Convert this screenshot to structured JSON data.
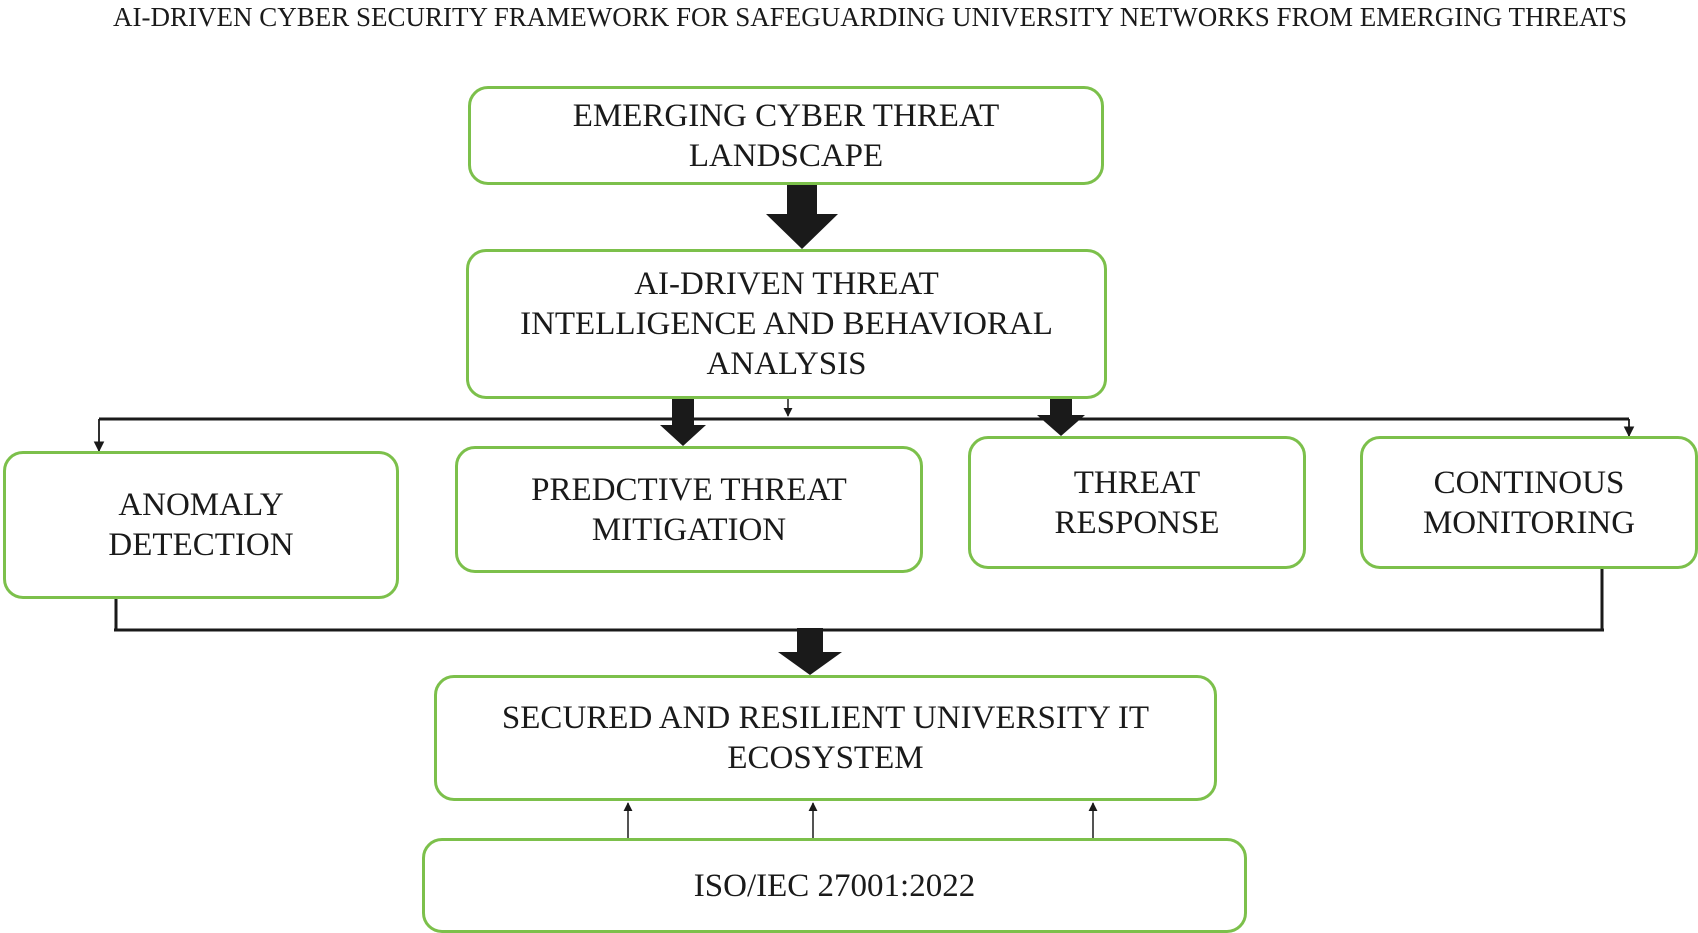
{
  "diagram": {
    "title": "AI-DRIVEN CYBER SECURITY FRAMEWORK FOR SAFEGUARDING UNIVERSITY NETWORKS FROM EMERGING THREATS",
    "nodes": {
      "emerging": {
        "label": "EMERGING CYBER THREAT LANDSCAPE"
      },
      "ai_analysis": {
        "label": "AI-DRIVEN THREAT INTELLIGENCE AND BEHAVIORAL ANALYSIS"
      },
      "anomaly": {
        "label": "ANOMALY DETECTION"
      },
      "predictive": {
        "label": "PREDCTIVE THREAT MITIGATION"
      },
      "response": {
        "label": "THREAT RESPONSE"
      },
      "monitoring": {
        "label": "CONTINOUS MONITORING"
      },
      "secured": {
        "label": "SECURED AND RESILIENT UNIVERSITY IT ECOSYSTEM"
      },
      "iso": {
        "label": "ISO/IEC 27001:2022"
      }
    },
    "edges": [
      {
        "from": "emerging",
        "to": "ai_analysis",
        "style": "block-arrow"
      },
      {
        "from": "ai_analysis",
        "to": "anomaly",
        "style": "thin-arrow"
      },
      {
        "from": "ai_analysis",
        "to": "predictive",
        "style": "block-arrow"
      },
      {
        "from": "ai_analysis",
        "to": "response",
        "style": "block-arrow"
      },
      {
        "from": "ai_analysis",
        "to": "monitoring",
        "style": "thin-arrow"
      },
      {
        "from": "anomaly",
        "to": "secured",
        "style": "merge-block-arrow"
      },
      {
        "from": "monitoring",
        "to": "secured",
        "style": "merge-block-arrow"
      },
      {
        "from": "iso",
        "to": "secured",
        "style": "thin-arrow",
        "count": 3
      }
    ],
    "colors": {
      "box_border": "#7cc04b",
      "connector": "#1a1a1a",
      "text": "#1a1a1a"
    }
  }
}
